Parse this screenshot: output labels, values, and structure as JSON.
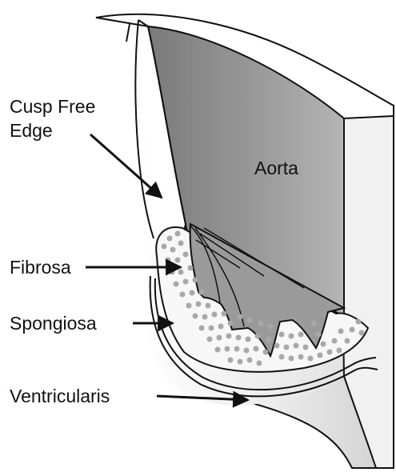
{
  "labels": {
    "cusp_free_edge_line1": "Cusp Free",
    "cusp_free_edge_line2": "Edge",
    "aorta": "Aorta",
    "fibrosa": "Fibrosa",
    "spongiosa": "Spongiosa",
    "ventricularis": "Ventricularis"
  },
  "colors": {
    "outline": "#111111",
    "aortic_lumen": "#8f8f8f",
    "cusp_surface": "#eaeaea",
    "spongiosa_dots": "#a8a8a8",
    "wall": "#ffffff"
  }
}
